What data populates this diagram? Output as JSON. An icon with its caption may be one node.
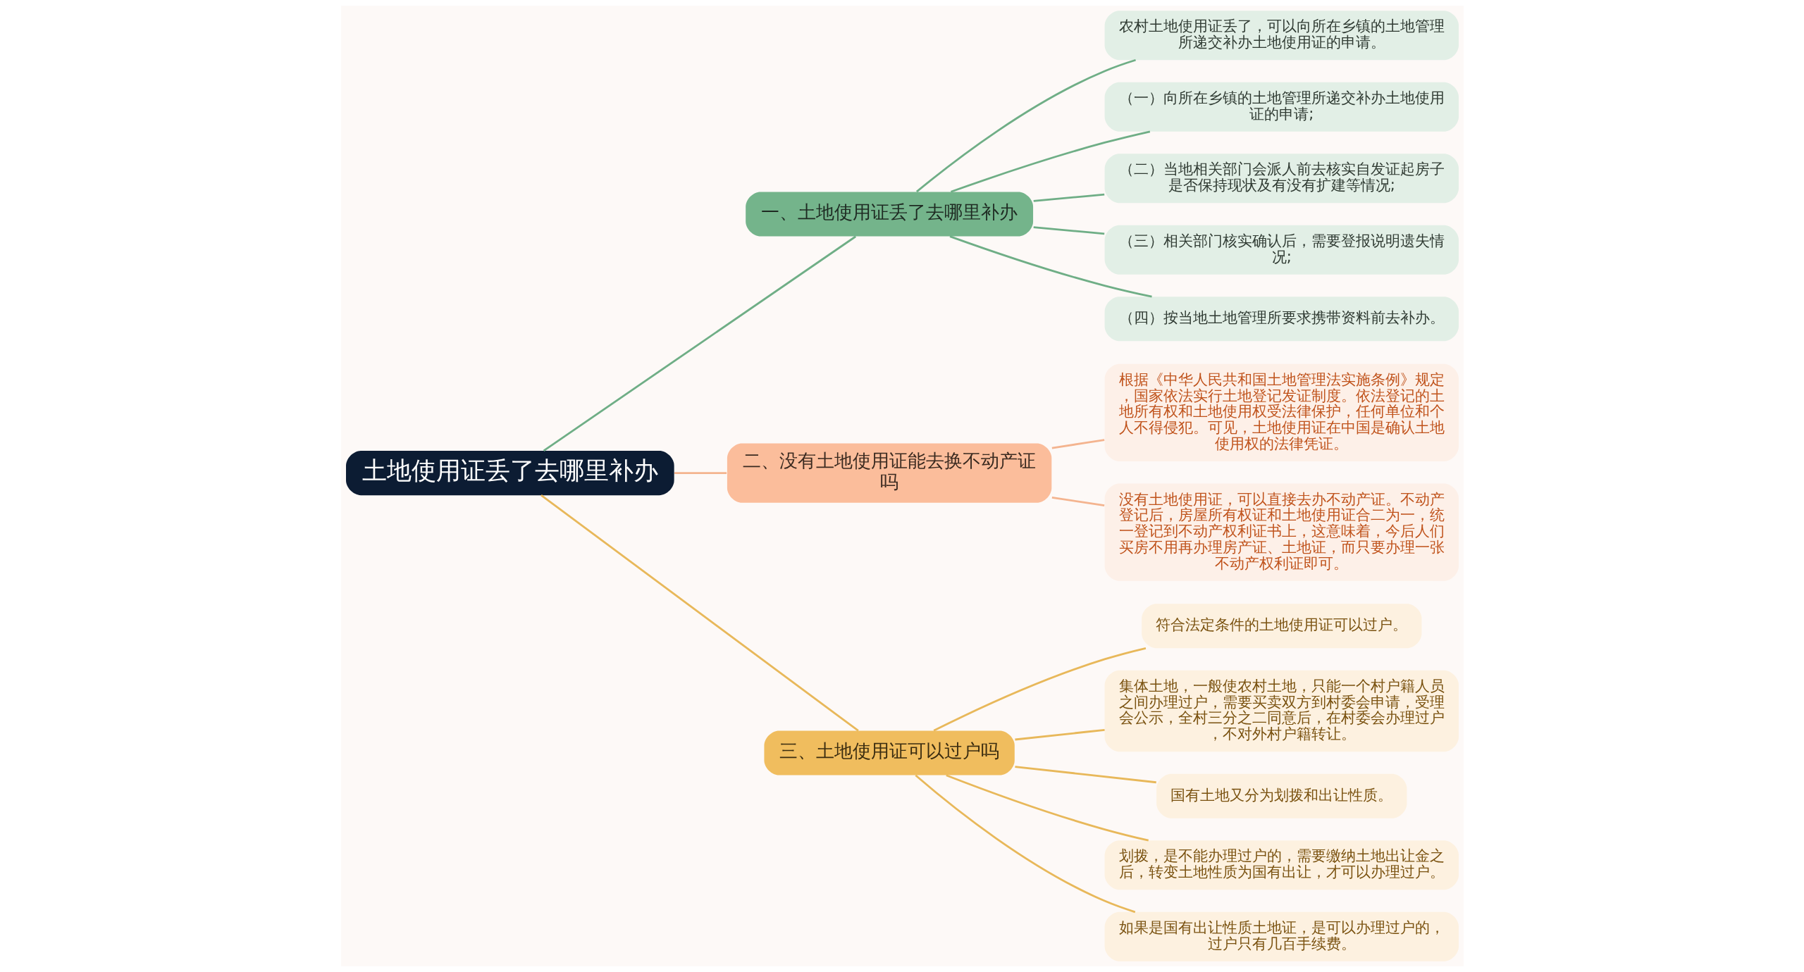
{
  "diagram": {
    "nodes": [
      {
        "text": [
          "土地使用证丢了去哪里补办"
        ]
      },
      {
        "text": [
          "一、土地使用证丢了去哪里补办"
        ]
      },
      {
        "text": [
          "农村土地使用证丢了，可以向所在乡镇的土地管理所递交补办土地使用证的申请。"
        ]
      },
      {
        "text": [
          "（一）向所在乡镇的土地管理所递交补办土地使用证的申请;"
        ]
      },
      {
        "text": [
          "（二）当地相关部门会派人前去核实自发证起房子是否保持现状及有没有扩建等情况;"
        ]
      },
      {
        "text": [
          "（三）相关部门核实确认后，需要登报说明遗失情况;"
        ]
      },
      {
        "text": [
          "（四）按当地土地管理所要求携带资料前去补办。"
        ]
      },
      {
        "text": [
          "二、没有土地使用证能去换不动产证吗"
        ]
      },
      {
        "text": [
          "根据《中华人民共和国土地管理法实施条例》规定，国家依法实行土地登记发证制度。依法登记的土地所有权和土地使用权受法律保护，任何单位和个人不得侵犯。可见，土地使用证在中国是确认土地使用权的法律凭证。"
        ]
      },
      {
        "text": [
          "没有土地使用证，可以直接去办不动产证。不动产登记后，房屋所有权证和土地使用证合二为一，统一登记到不动产权利证书上，这意味着，今后人们买房不用再办理房产证、土地证，而只要办理一张不动产权利证即可。"
        ]
      },
      {
        "text": [
          "三、土地使用证可以过户吗"
        ]
      },
      {
        "text": [
          "符合法定条件的土地使用证可以过户。"
        ]
      },
      {
        "text": [
          "集体土地，一般使农村土地，只能一个村户籍人员之间办理过户，需要买卖双方到村委会申请，受理会公示，全村三分之二同意后，在村委会办理过户，不对外村户籍转让。"
        ]
      },
      {
        "text": [
          "国有土地又分为划拨和出让性质。"
        ]
      },
      {
        "text": [
          "划拨，是不能办理过户的，需要缴纳土地出让金之后，转变土地性质为国有出让，才可以办理过户。"
        ]
      },
      {
        "text": [
          "如果是国有出让性质土地证，是可以办理过户的，过户只有几百手续费。"
        ]
      }
    ],
    "edges": [
      {
        "from": 0,
        "to": 1,
        "arrow": "none",
        "color": "#6fae86"
      },
      {
        "from": 1,
        "to": 2,
        "arrow": "none",
        "color": "#6fae86"
      },
      {
        "from": 1,
        "to": 3,
        "arrow": "none",
        "color": "#6fae86"
      },
      {
        "from": 1,
        "to": 4,
        "arrow": "none",
        "color": "#6fae86"
      },
      {
        "from": 1,
        "to": 5,
        "arrow": "none",
        "color": "#6fae86"
      },
      {
        "from": 1,
        "to": 6,
        "arrow": "none",
        "color": "#6fae86"
      },
      {
        "from": 0,
        "to": 7,
        "arrow": "none",
        "color": "#f4b48f"
      },
      {
        "from": 7,
        "to": 8,
        "arrow": "none",
        "color": "#f4b48f"
      },
      {
        "from": 7,
        "to": 9,
        "arrow": "none",
        "color": "#f4b48f"
      },
      {
        "from": 0,
        "to": 10,
        "arrow": "none",
        "color": "#e8b85a"
      },
      {
        "from": 10,
        "to": 11,
        "arrow": "none",
        "color": "#e8b85a"
      },
      {
        "from": 10,
        "to": 12,
        "arrow": "none",
        "color": "#e8b85a"
      },
      {
        "from": 10,
        "to": 13,
        "arrow": "none",
        "color": "#e8b85a"
      },
      {
        "from": 10,
        "to": 14,
        "arrow": "none",
        "color": "#e8b85a"
      },
      {
        "from": 10,
        "to": 15,
        "arrow": "none",
        "color": "#e8b85a"
      }
    ]
  }
}
